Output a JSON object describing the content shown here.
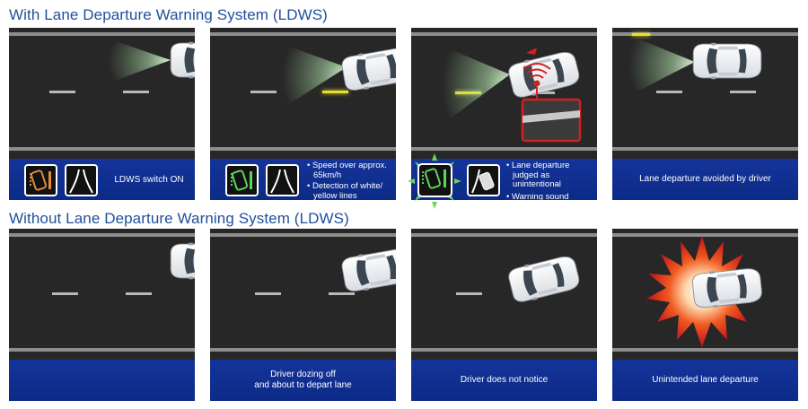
{
  "sections": {
    "with_title": "With Lane Departure Warning System (LDWS)",
    "without_title": "Without Lane Departure Warning System (LDWS)"
  },
  "with_panels": [
    {
      "caption": "LDWS switch ON"
    },
    {
      "bullets": [
        "• Speed over approx. 65km/h",
        "• Detection of white/ yellow lines"
      ]
    },
    {
      "bullets": [
        "• Lane departure judged as unintentional",
        "• Warning sound"
      ]
    },
    {
      "caption": "Lane departure avoided by driver"
    }
  ],
  "without_panels": [
    {
      "caption": ""
    },
    {
      "caption_line1": "Driver dozing off",
      "caption_line2": "and about to depart lane"
    },
    {
      "caption": "Driver does not notice"
    },
    {
      "caption": "Unintended lane departure"
    }
  ],
  "icons": {
    "ldws_indicator": "car-lane-indicator-icon",
    "lane_lines": "lane-lines-icon",
    "warning_sound": "warning-sound-icon",
    "car": "car-top-view-icon"
  },
  "colors": {
    "title": "#1f4f9c",
    "info_bar": "#0f2f8f",
    "road": "#272727",
    "indicator_orange": "#e08a3c",
    "indicator_green": "#5fd35a",
    "warning_red": "#d42020",
    "highlight_yellow": "#e6e02a"
  }
}
